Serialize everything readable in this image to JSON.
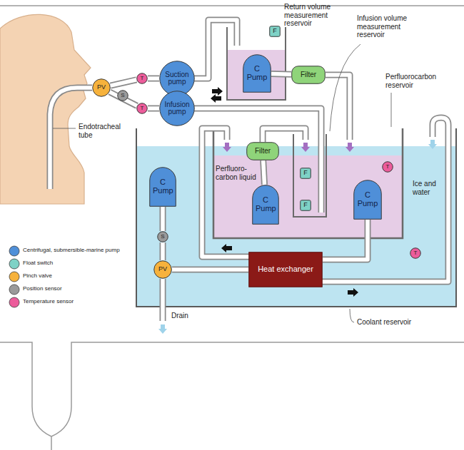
{
  "diagram": {
    "nodes": [
      {
        "text": [
          "PV"
        ]
      },
      {
        "text": [
          "S"
        ]
      },
      {
        "text": [
          "T"
        ]
      },
      {
        "text": [
          "Suction pump"
        ]
      },
      {
        "text": [
          "T"
        ]
      },
      {
        "text": [
          "Infusion pump"
        ]
      },
      {
        "text": [
          "C Pump"
        ]
      },
      {
        "text": [
          "F"
        ]
      },
      {
        "text": [
          "Filter"
        ]
      },
      {
        "text": [
          "Filter"
        ]
      },
      {
        "text": [
          "C Pump"
        ]
      },
      {
        "text": [
          "F"
        ]
      },
      {
        "text": [
          "F"
        ]
      },
      {
        "text": [
          "C Pump"
        ]
      },
      {
        "text": [
          "T"
        ]
      },
      {
        "text": [
          "C Pump"
        ]
      },
      {
        "text": [
          "S"
        ]
      },
      {
        "text": [
          "PV"
        ]
      },
      {
        "text": [
          "Heat exchanger"
        ]
      },
      {
        "text": [
          "T"
        ]
      }
    ],
    "edges": [
      {
        "from": 0,
        "to": 2,
        "arrow": "none"
      },
      {
        "from": 2,
        "to": 3,
        "arrow": "none"
      },
      {
        "from": 0,
        "to": 4,
        "arrow": "none"
      },
      {
        "from": 4,
        "to": 5,
        "arrow": "none"
      },
      {
        "from": 6,
        "to": 8,
        "arrow": "none"
      },
      {
        "from": 9,
        "to": 10,
        "arrow": "none"
      },
      {
        "from": 13,
        "to": 18,
        "arrow": "none"
      },
      {
        "from": 15,
        "to": 16,
        "arrow": "none"
      },
      {
        "from": 16,
        "to": 17,
        "arrow": "none"
      },
      {
        "from": 17,
        "to": 18,
        "arrow": "none"
      }
    ],
    "labels": [
      "Return volume measurement reservoir",
      "Infusion volume measurement reservoir",
      "Perfluorocarbon reservoir",
      "Perfluoro-carbon liquid",
      "Ice and water",
      "Endotracheal tube",
      "Drain",
      "Coolant reservoir",
      "C",
      "F",
      "PV",
      "S",
      "T"
    ],
    "legend": [
      {
        "text": "Centrifugal, submersible-marine pump",
        "color": "#4f8fd8"
      },
      {
        "text": "Float switch",
        "color": "#7ed2c6"
      },
      {
        "text": "Pinch valve",
        "color": "#f6b23c"
      },
      {
        "text": "Position sensor",
        "color": "#9a9a9a"
      },
      {
        "text": "Temperature sensor",
        "color": "#ec5c9b"
      }
    ]
  }
}
